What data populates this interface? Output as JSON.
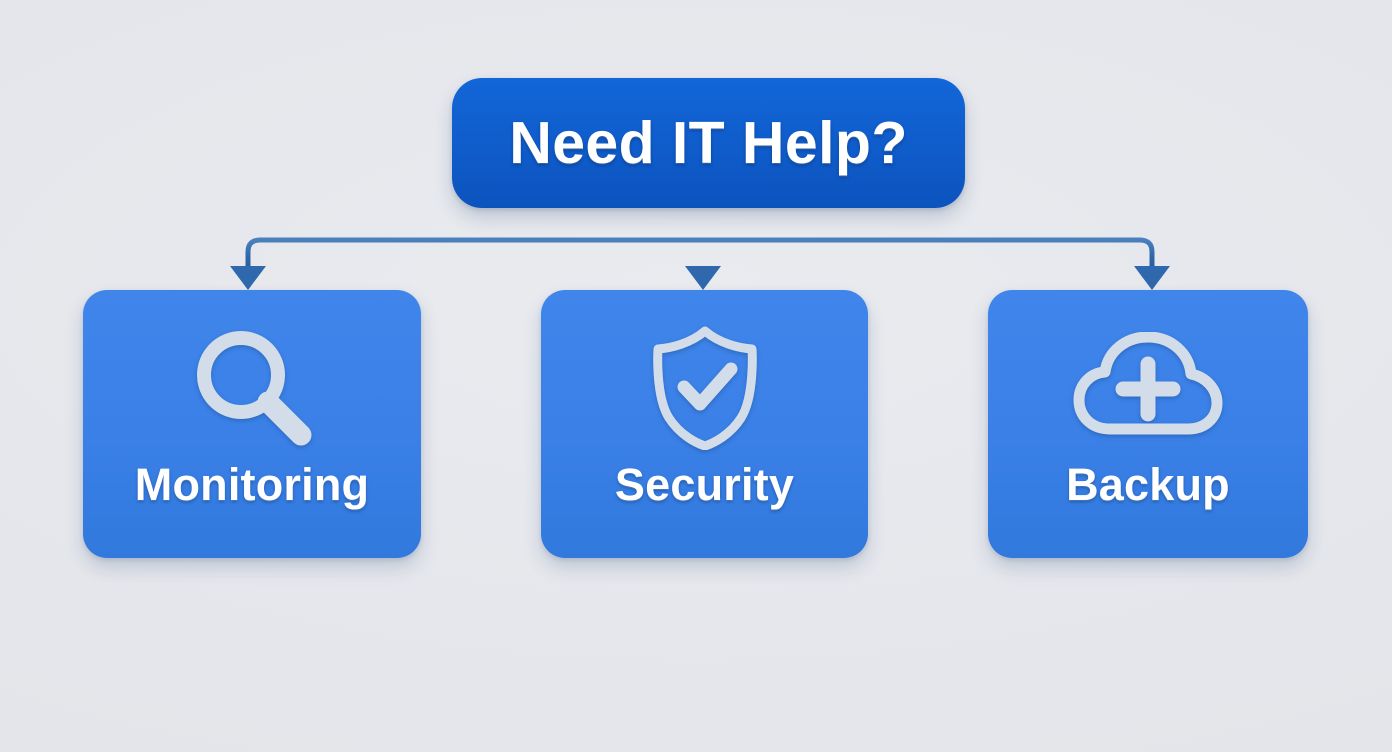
{
  "diagram": {
    "title": "Need IT Help?",
    "background_color": "#e7e9ed",
    "connector_color": "#2f68ad"
  },
  "root": {
    "label": "Need IT Help?",
    "color": "#0f5ccb",
    "text_color": "#ffffff"
  },
  "branches": [
    {
      "id": "monitoring",
      "label": "Monitoring",
      "icon": "magnifier-icon",
      "color": "#3a80e7",
      "icon_color": "#d3dde9"
    },
    {
      "id": "security",
      "label": "Security",
      "icon": "shield-check-icon",
      "color": "#3a80e7",
      "icon_color": "#d3dde9"
    },
    {
      "id": "backup",
      "label": "Backup",
      "icon": "cloud-plus-icon",
      "color": "#3a80e7",
      "icon_color": "#d3dde9"
    }
  ]
}
